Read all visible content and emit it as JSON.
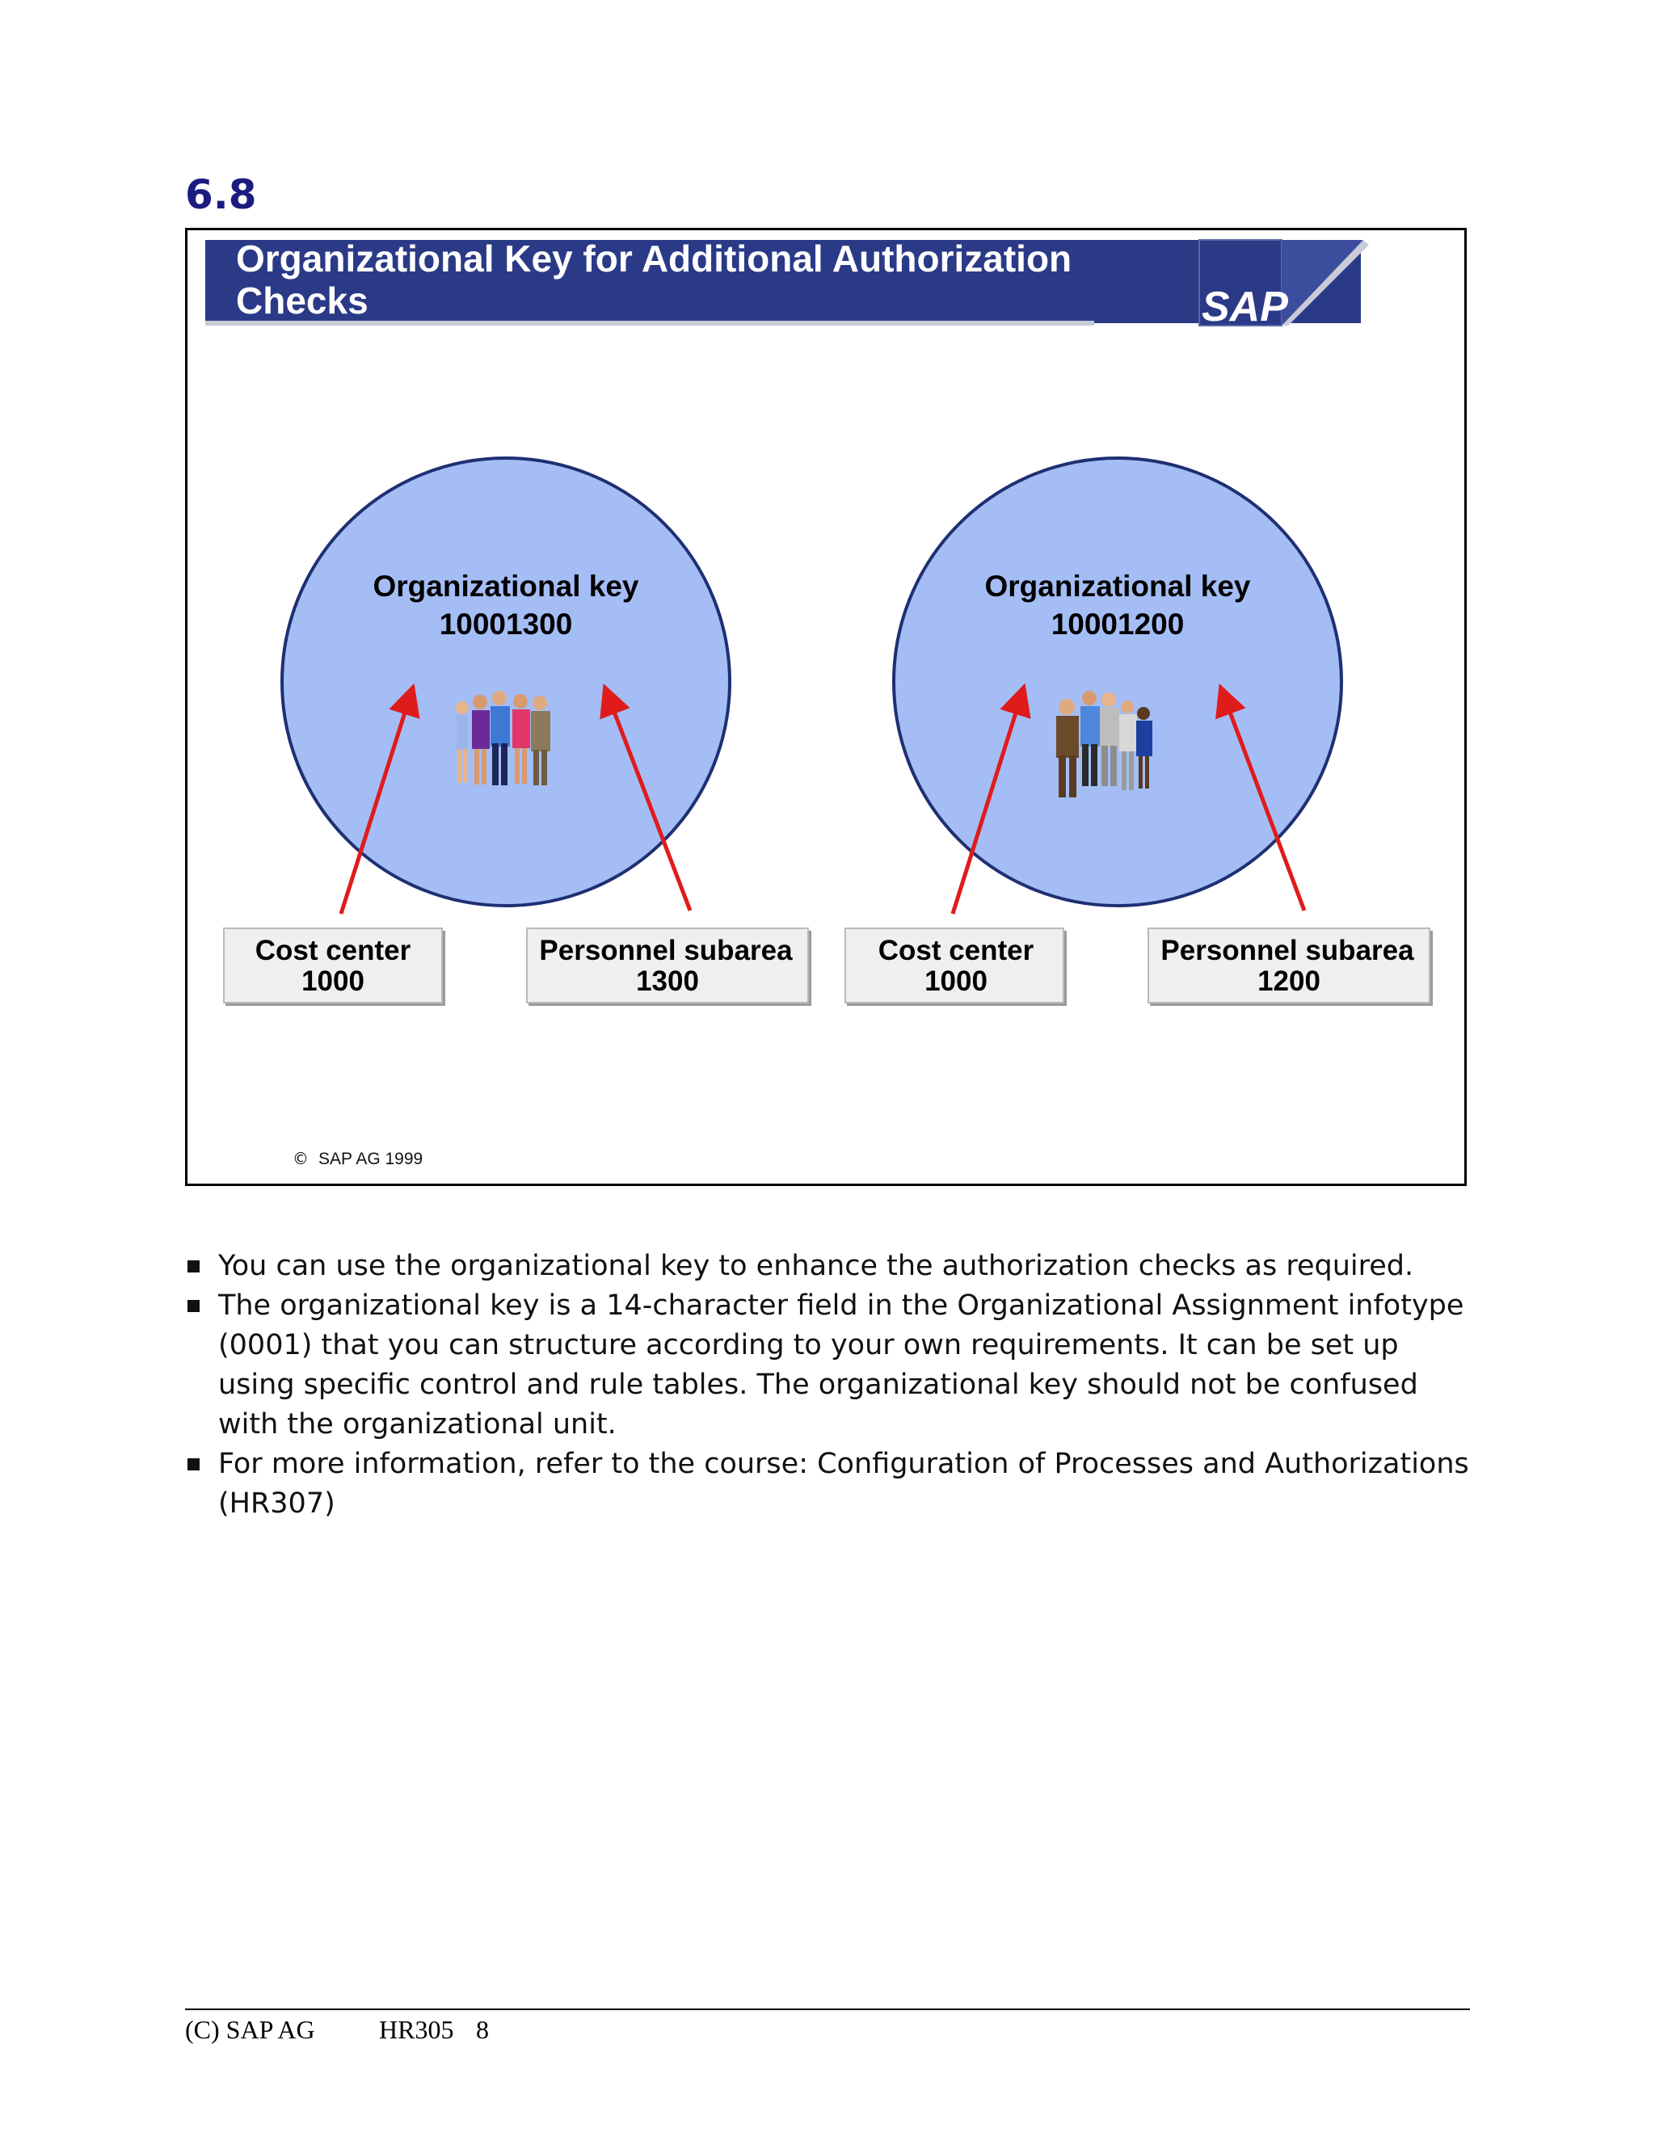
{
  "section_number": "6.8",
  "slide": {
    "title_line1": "Organizational Key for Additional Authorization",
    "title_line2": "Checks",
    "logo_text": "SAP",
    "copyright": "SAP AG 1999",
    "copyright_symbol": "©",
    "groups": [
      {
        "circle_label": "Organizational key",
        "circle_value": "10001300",
        "boxes": [
          {
            "label": "Cost center",
            "value": "1000"
          },
          {
            "label": "Personnel subarea",
            "value": "1300"
          }
        ]
      },
      {
        "circle_label": "Organizational key",
        "circle_value": "10001200",
        "boxes": [
          {
            "label": "Cost center",
            "value": "1000"
          },
          {
            "label": "Personnel subarea",
            "value": "1200"
          }
        ]
      }
    ],
    "colors": {
      "title_bar": "#2b3a87",
      "circle_fill": "#a4bdf5",
      "circle_stroke": "#1f2f73",
      "arrow": "#e01b1b",
      "box_fill": "#efeff0"
    }
  },
  "bullets": [
    "You can use the organizational key to enhance the authorization checks as required.",
    "The organizational key is a 14-character field in the Organizational Assignment infotype (0001) that you can structure according to your own requirements. It can be set up using specific control and rule tables. The organizational key should not be confused with the organizational unit.",
    "For more information, refer to the course: Configuration of Processes and Authorizations (HR307)"
  ],
  "footer": {
    "company": "(C) SAP AG",
    "course": "HR305",
    "page": "8"
  }
}
